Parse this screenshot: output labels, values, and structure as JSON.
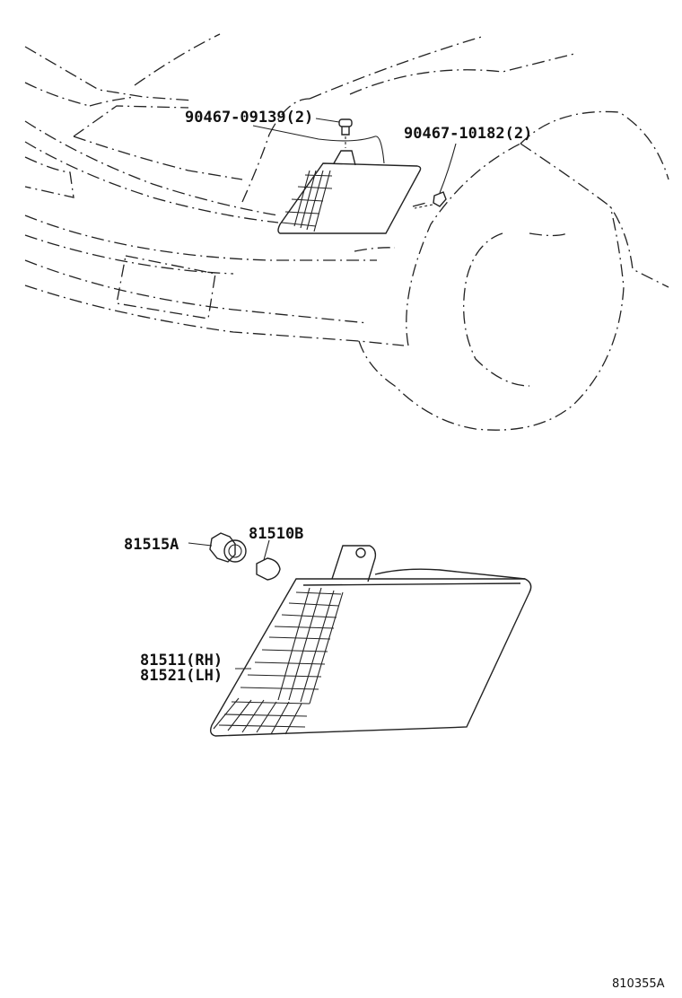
{
  "parts": {
    "bolt_upper": "90467-09139(2)",
    "clip_right": "90467-10182(2)",
    "socket": "81515A",
    "bulb": "81510B",
    "lamp_rh": "81511(RH)",
    "lamp_lh": "81521(LH)"
  },
  "illustration_code": "810355A"
}
